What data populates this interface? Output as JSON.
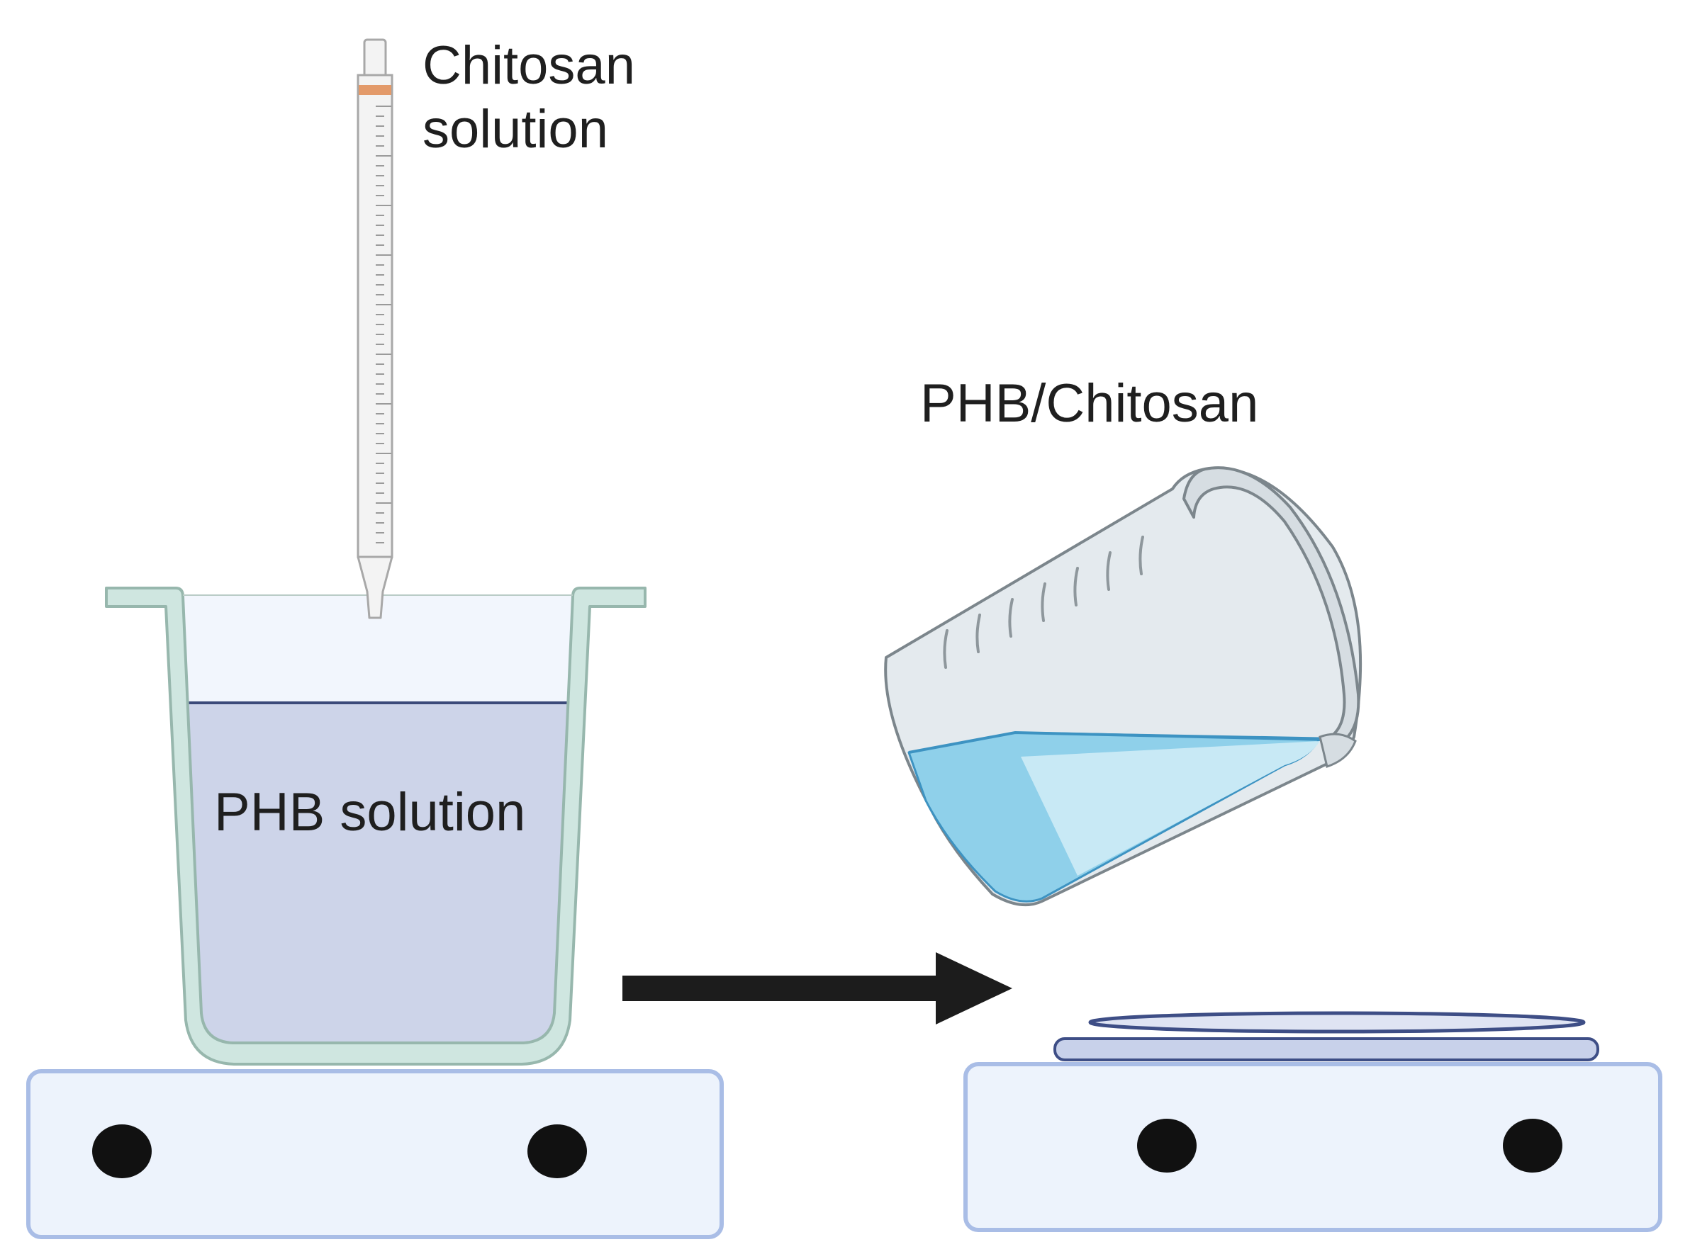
{
  "labels": {
    "chitosan_line1": "Chitosan",
    "chitosan_line2": "solution",
    "phb_solution": "PHB solution",
    "phb_chitosan": "PHB/Chitosan"
  },
  "colors": {
    "hotplate_fill": "#edf3fc",
    "hotplate_stroke": "#a9bde6",
    "knob": "#111111",
    "container_wall": "#cfe6e0",
    "container_stroke": "#97b7ad",
    "container_interior": "#f2f6fd",
    "phb_liquid": "#cdd4e9",
    "phb_liquid_line": "#3b4a7a",
    "pipette_fill": "#f3f3f3",
    "pipette_stroke": "#a8a8a8",
    "pipette_band": "#e39a6a",
    "beaker_glass": "#e4eaee",
    "beaker_stroke": "#7c868c",
    "beaker_liquid": "#8fd0ea",
    "beaker_liquid_light": "#c8e9f5",
    "dish_fill": "#c8d1ea",
    "dish_stroke": "#3e4e86",
    "arrow": "#1c1c1c"
  }
}
